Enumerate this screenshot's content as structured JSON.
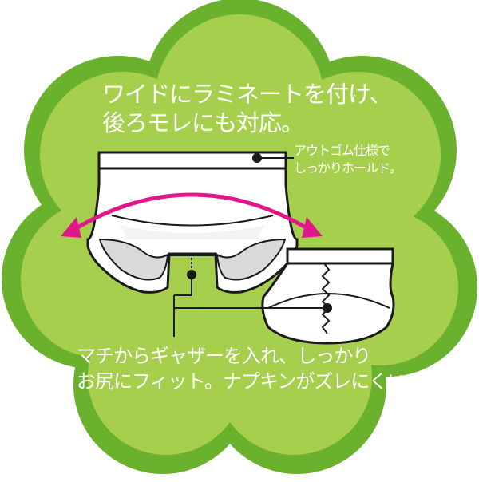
{
  "colors": {
    "outer_badge": "#6ab22e",
    "inner_badge": "#a5cf4c",
    "text": "#ffffff",
    "arrow": "#e0178a",
    "outline": "#1a1a1a",
    "garment": "#ffffff",
    "lining": "#d9d9d9"
  },
  "headline": {
    "line1": "ワイドにラミネートを付け、",
    "line2": "後ろモレにも対応。"
  },
  "callout": {
    "line1": "アウトゴム仕様で",
    "line2": "しっかりホールド。"
  },
  "bottom": {
    "line1": "マチからギャザーを入れ、しっかり",
    "line2": "お尻にフィット。ナプキンがズレにくい。"
  },
  "icons": {
    "front_view": "briefs-front-illustration",
    "back_view": "briefs-back-illustration",
    "arrow": "double-headed-curved-arrow"
  }
}
